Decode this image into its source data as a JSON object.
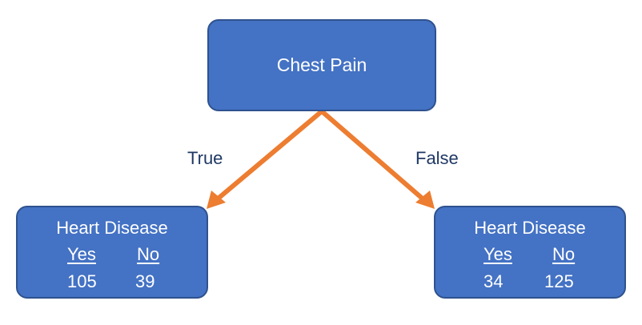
{
  "colors": {
    "node_fill": "#4472C4",
    "node_border": "#2F528F",
    "node_text": "#FFFFFF",
    "arrow": "#ED7D31",
    "edge_label": "#1F3864"
  },
  "root": {
    "label": "Chest Pain"
  },
  "edges": {
    "true_label": "True",
    "false_label": "False"
  },
  "leaves": [
    {
      "title": "Heart Disease",
      "col_yes": "Yes",
      "col_no": "No",
      "yes_count": "105",
      "no_count": "39"
    },
    {
      "title": "Heart Disease",
      "col_yes": "Yes",
      "col_no": "No",
      "yes_count": "34",
      "no_count": "125"
    }
  ]
}
